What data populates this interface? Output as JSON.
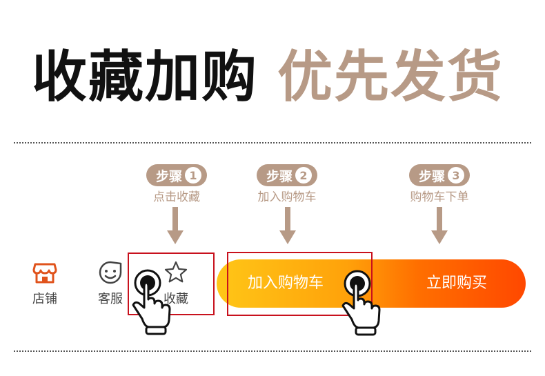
{
  "headline": {
    "part1": "收藏加购",
    "part2": "优先发货"
  },
  "steps": [
    {
      "label": "步骤",
      "number": "1",
      "desc": "点击收藏"
    },
    {
      "label": "步骤",
      "number": "2",
      "desc": "加入购物车"
    },
    {
      "label": "步骤",
      "number": "3",
      "desc": "购物车下单"
    }
  ],
  "bottom_bar": {
    "store_label": "店铺",
    "service_label": "客服",
    "favorite_label": "收藏",
    "add_to_cart_label": "加入购物车",
    "buy_now_label": "立即购买"
  },
  "icons": {
    "store": "store-icon",
    "service": "chat-face-icon",
    "favorite": "star-icon",
    "pointer": "tap-hand-icon",
    "step_arrow": "arrow-down-icon"
  },
  "colors": {
    "accent": "#b79a86",
    "store_icon": "#e0531c",
    "highlight_box": "#c8111d",
    "cta_start": "#ffc617",
    "cta_end": "#ff4800"
  }
}
